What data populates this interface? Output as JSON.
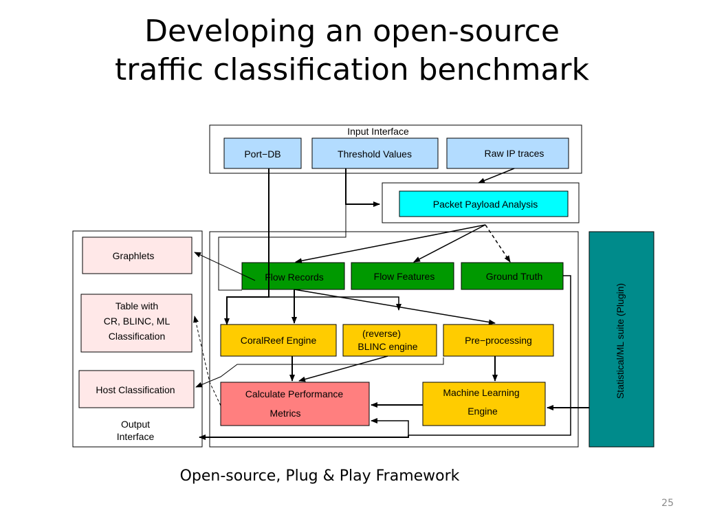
{
  "slide": {
    "title_line1": "Developing an open-source",
    "title_line2": "traffic classification benchmark",
    "caption": "Open-source, Plug & Play Framework",
    "page_number": "25"
  },
  "diagram": {
    "input_interface": {
      "label": "Input Interface",
      "nodes": {
        "port_db": "Port−DB",
        "threshold_values": "Threshold Values",
        "raw_ip_traces": "Raw IP traces"
      }
    },
    "packet_payload_analysis": "Packet Payload Analysis",
    "flow_records": "Flow Records",
    "flow_features": "Flow Features",
    "ground_truth": "Ground Truth",
    "coralreef_engine": "CoralReef Engine",
    "blinc_engine": {
      "line1": "(reverse)",
      "line2": "BLINC engine"
    },
    "pre_processing": "Pre−processing",
    "calculate_performance": {
      "line1": "Calculate Performance",
      "line2": "Metrics"
    },
    "machine_learning": {
      "line1": "Machine Learning",
      "line2": "Engine"
    },
    "ml_suite": "Statistical/ML suite   (Plugin)",
    "output_interface": {
      "label_line1": "Output",
      "label_line2": "Interface",
      "graphlets": "Graphlets",
      "table": {
        "line1": "Table with",
        "line2": "CR, BLINC, ML",
        "line3": "Classification"
      },
      "host_classification": "Host Classification"
    },
    "colors": {
      "blue_box": "#b3dcff",
      "cyan_box": "#00ffff",
      "green_box": "#009900",
      "yellow_box": "#ffcc00",
      "red_box": "#ff7f7f",
      "pink_box": "#ffe8e8",
      "teal_panel": "#008b8b"
    }
  }
}
